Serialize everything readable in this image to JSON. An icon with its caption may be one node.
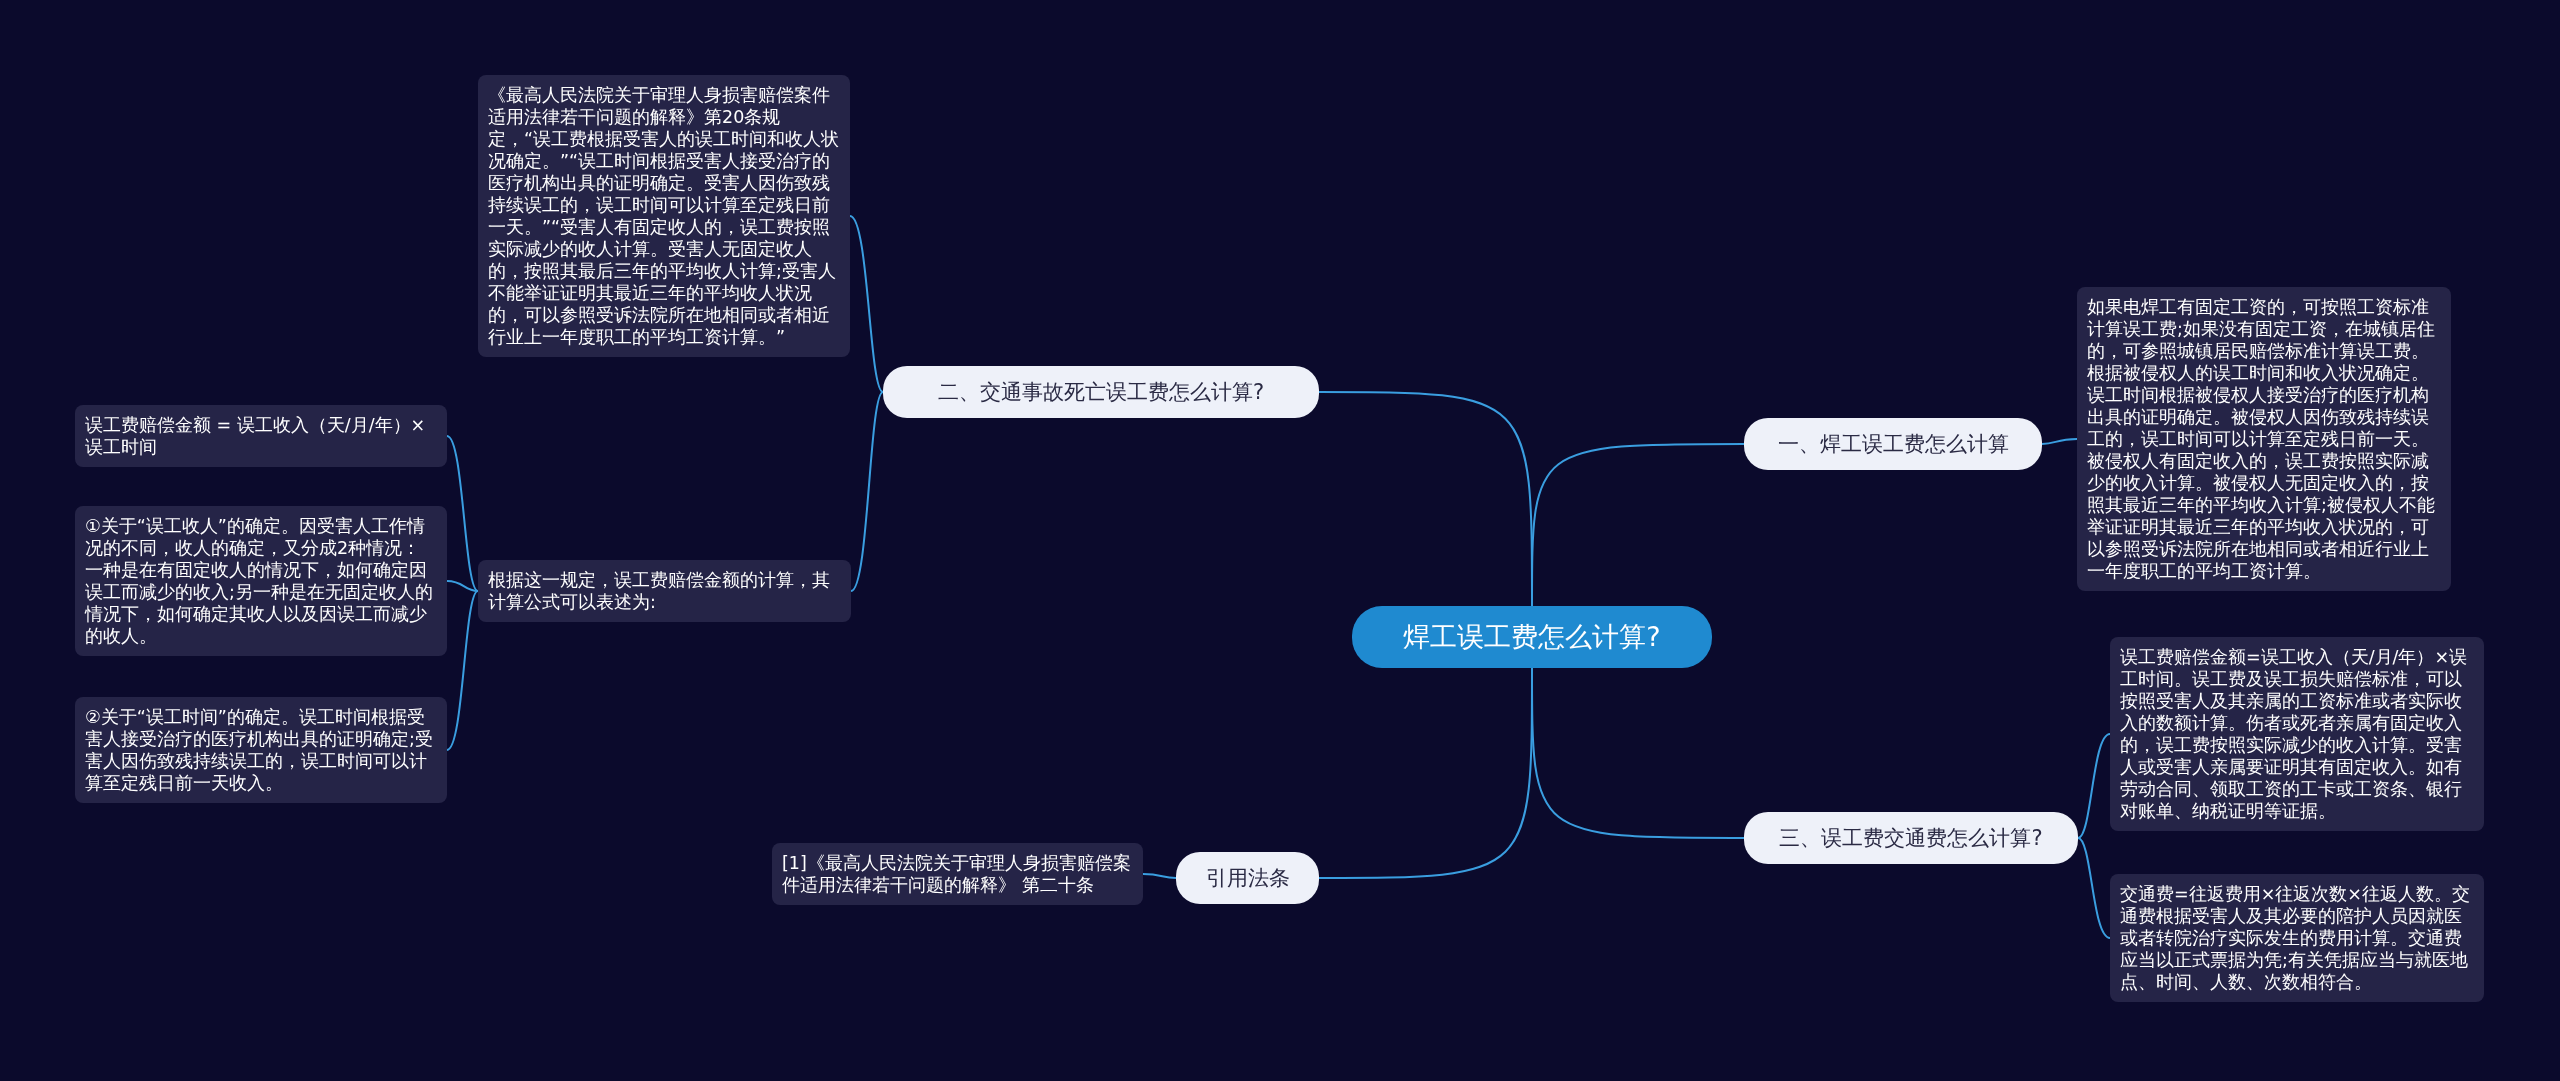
{
  "diagram": {
    "nodes": [
      {
        "text": [
          "焊工误工费怎么计算?"
        ]
      },
      {
        "text": [
          "一、焊工误工费怎么计算"
        ]
      },
      {
        "text": [
          "如果电焊工有固定工资的，可按照工资标准计算误工费;如果没有固定工资，在城镇居住的，可参照城镇居民赔偿标准计算误工费。根据被侵权人的误工时间和收入状况确定。误工时间根据被侵权人接受治疗的医疗机构出具的证明确定。被侵权人因伤致残持续误工的，误工时间可以计算至定残日前一天。被侵权人有固定收入的，误工费按照实际减少的收入计算。被侵权人无固定收入的，按照其最近三年的平均收入计算;被侵权人不能举证证明其最近三年的平均收入状况的，可以参照受诉法院所在地相同或者相近行业上一年度职工的平均工资计算。"
        ]
      },
      {
        "text": [
          "三、误工费交通费怎么计算?"
        ]
      },
      {
        "text": [
          "误工费赔偿金额=误工收入（天/月/年）×误工时间。误工费及误工损失赔偿标准，可以按照受害人及其亲属的工资标准或者实际收入的数额计算。伤者或死者亲属有固定收入的，误工费按照实际减少的收入计算。受害人或受害人亲属要证明其有固定收入。如有劳动合同、领取工资的工卡或工资条、银行对账单、纳税证明等证据。"
        ]
      },
      {
        "text": [
          "交通费=往返费用×往返次数×往返人数。交通费根据受害人及其必要的陪护人员因就医或者转院治疗实际发生的费用计算。交通费应当以正式票据为凭;有关凭据应当与就医地点、时间、人数、次数相符合。"
        ]
      },
      {
        "text": [
          "二、交通事故死亡误工费怎么计算?"
        ]
      },
      {
        "text": [
          "《最高人民法院关于审理人身损害赔偿案件适用法律若干问题的解释》第20条规定，“误工费根据受害人的误工时间和收人状况确定。”“误工时间根据受害人接受治疗的医疗机构出具的证明确定。受害人因伤致残持续误工的，误工时间可以计算至定残日前一天。”“受害人有固定收人的，误工费按照实际减少的收人计算。受害人无固定收人的，按照其最后三年的平均收人计算;受害人不能举证证明其最近三年的平均收人状况的，可以参照受诉法院所在地相同或者相近行业上一年度职工的平均工资计算。”"
        ]
      },
      {
        "text": [
          "根据这一规定，误工费赔偿金额的计算，其计算公式可以表述为:"
        ]
      },
      {
        "text": [
          "误工费赔偿金额 = 误工收入（天/月/年）× 误工时间"
        ]
      },
      {
        "text": [
          "①关于“误工收人”的确定。因受害人工作情况的不同，收人的确定，又分成2种情况：一种是在有固定收人的情况下，如何确定因误工而减少的收入;另一种是在无固定收人的情况下，如何确定其收人以及因误工而减少的收人。"
        ]
      },
      {
        "text": [
          "②关于“误工时间”的确定。误工时间根据受害人接受治疗的医疗机构出具的证明确定;受害人因伤致残持续误工的，误工时间可以计算至定残日前一天收入。"
        ]
      },
      {
        "text": [
          "引用法条"
        ]
      },
      {
        "text": [
          "[1]《最高人民法院关于审理人身损害赔偿案件适用法律若干问题的解释》 第二十条"
        ]
      }
    ],
    "edges": [
      {
        "from": 0,
        "to": 1,
        "arrow": "none"
      },
      {
        "from": 1,
        "to": 2,
        "arrow": "none"
      },
      {
        "from": 0,
        "to": 3,
        "arrow": "none"
      },
      {
        "from": 3,
        "to": 4,
        "arrow": "none"
      },
      {
        "from": 3,
        "to": 5,
        "arrow": "none"
      },
      {
        "from": 0,
        "to": 6,
        "arrow": "none"
      },
      {
        "from": 6,
        "to": 7,
        "arrow": "none"
      },
      {
        "from": 6,
        "to": 8,
        "arrow": "none"
      },
      {
        "from": 8,
        "to": 9,
        "arrow": "none"
      },
      {
        "from": 8,
        "to": 10,
        "arrow": "none"
      },
      {
        "from": 8,
        "to": 11,
        "arrow": "none"
      },
      {
        "from": 0,
        "to": 12,
        "arrow": "none"
      },
      {
        "from": 12,
        "to": 13,
        "arrow": "none"
      }
    ]
  }
}
